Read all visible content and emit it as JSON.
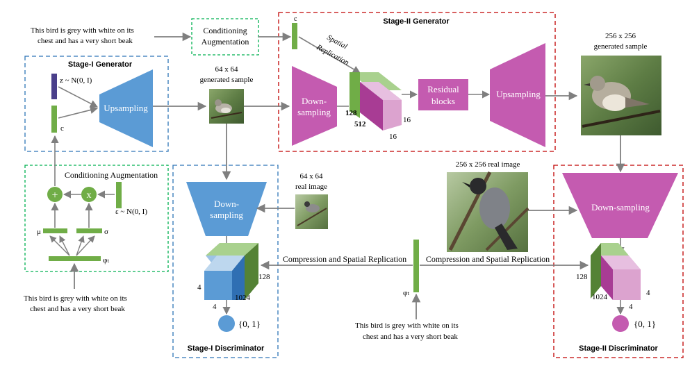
{
  "colors": {
    "blue": "#5b9bd5",
    "blue_dark": "#2f6fb3",
    "blue_light": "#9dc3e6",
    "magenta": "#c45bb0",
    "magenta_light": "#dca3cf",
    "magenta_dark": "#a83c94",
    "green": "#70ad47",
    "green_light": "#a9d18e",
    "purple": "#4a3f8a",
    "arrow": "#808080",
    "box_blue": "#2e75b6",
    "box_red": "#c00000",
    "box_green": "#00b050"
  },
  "text_top": {
    "line1": "This bird is grey with white on its",
    "line2": "chest and has a very short beak"
  },
  "text_bottom_left": {
    "line1": "This bird is grey with white on its",
    "line2": "chest and has a very short beak"
  },
  "text_bottom_mid": {
    "line1": "This bird is grey with white on its",
    "line2": "chest and has a very short beak"
  },
  "ca_top": {
    "line1": "Conditioning",
    "line2": "Augmentation"
  },
  "stage1_gen": {
    "title": "Stage-I Generator",
    "z_label": "z ~ N(0, I)",
    "c_label": "c",
    "upsampling": "Upsampling"
  },
  "sample64": {
    "line1": "64 x 64",
    "line2": "generated sample"
  },
  "stage2_gen": {
    "title": "Stage-II Generator",
    "c_label": "c",
    "spatial1": "Spatial",
    "spatial2": "Replication",
    "down1": "Down-",
    "down2": "sampling",
    "cube_128": "128",
    "cube_512": "512",
    "cube_16a": "16",
    "cube_16b": "16",
    "residual1": "Residual",
    "residual2": "blocks",
    "upsampling": "Upsampling"
  },
  "sample256": {
    "line1": "256 x 256",
    "line2": "generated sample"
  },
  "ca_left": {
    "title": "Conditioning Augmentation",
    "mu": "μ",
    "sigma": "σ",
    "phi": "φₜ",
    "plus": "+",
    "times": "x",
    "eps": "ε ~ N(0, I)"
  },
  "stage1_disc": {
    "title": "Stage-I Discriminator",
    "down1": "Down-",
    "down2": "sampling",
    "real1": "64 x 64",
    "real2": "real image",
    "cube_4a": "4",
    "cube_4b": "4",
    "cube_128": "128",
    "cube_1024": "1024",
    "output": "{0, 1}"
  },
  "middle": {
    "comp_left": "Compression and Spatial Replication",
    "comp_right": "Compression and Spatial Replication",
    "phi": "φₜ",
    "real256": "256 x 256 real image"
  },
  "stage2_disc": {
    "title": "Stage-II Discriminator",
    "down": "Down-sampling",
    "cube_128": "128",
    "cube_1024": "1024",
    "cube_4a": "4",
    "cube_4b": "4",
    "output": "{0, 1}"
  }
}
